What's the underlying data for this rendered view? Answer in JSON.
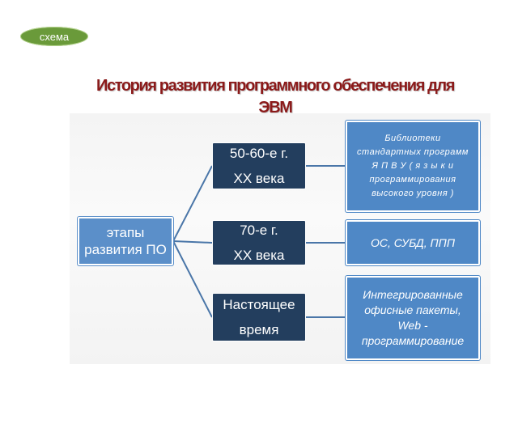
{
  "badge": {
    "label": "схема"
  },
  "title": {
    "line1": "История развития программного обеспечения для",
    "line2": "ЭВМ"
  },
  "diagram": {
    "root": {
      "lines": [
        "этапы",
        "развития ПО"
      ]
    },
    "stages": [
      {
        "lines": [
          "50-60-е г.",
          "XX века"
        ]
      },
      {
        "lines": [
          "70-е г.",
          "XX века"
        ]
      },
      {
        "lines": [
          "Настоящее",
          "время"
        ]
      }
    ],
    "details": [
      {
        "lines": [
          "Библиотеки",
          "стандартных программ",
          "Я П В У ( я з ы к и",
          "программирования",
          "высокого уровня )"
        ]
      },
      {
        "lines": [
          "ОС, СУБД, ППП"
        ]
      },
      {
        "lines": [
          "Интегрированные",
          "офисные пакеты,",
          "Web -",
          "программирование"
        ]
      }
    ]
  },
  "colors": {
    "title": "#8b1a1a",
    "root_fill": "#5b8fc9",
    "stage_fill": "#233e5e",
    "detail_fill": "#4f88c6",
    "connector": "#4a76a8",
    "badge_fill": "#6a9a3a"
  }
}
